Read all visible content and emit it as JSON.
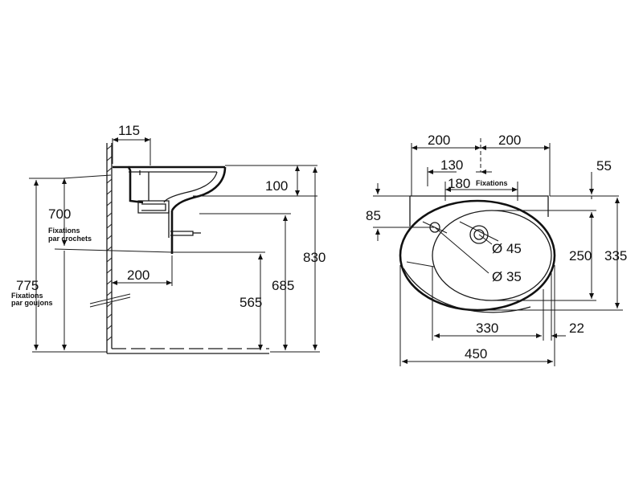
{
  "side_view": {
    "dim_115": "115",
    "dim_100": "100",
    "dim_700": "700",
    "label_fix_crochets_1": "Fixations",
    "label_fix_crochets_2": "par crochets",
    "dim_200": "200",
    "dim_775": "775",
    "label_fix_goujons_1": "Fixations",
    "label_fix_goujons_2": "par goujons",
    "dim_685": "685",
    "dim_565": "565",
    "dim_830": "830"
  },
  "top_view": {
    "dim_200_left": "200",
    "dim_200_right": "200",
    "dim_130": "130",
    "dim_180": "180",
    "label_fixations": "Fixations",
    "dim_55": "55",
    "dim_85": "85",
    "dim_d45": "Ø 45",
    "dim_d35": "Ø 35",
    "dim_250": "250",
    "dim_335": "335",
    "dim_330": "330",
    "dim_22": "22",
    "dim_450": "450"
  }
}
